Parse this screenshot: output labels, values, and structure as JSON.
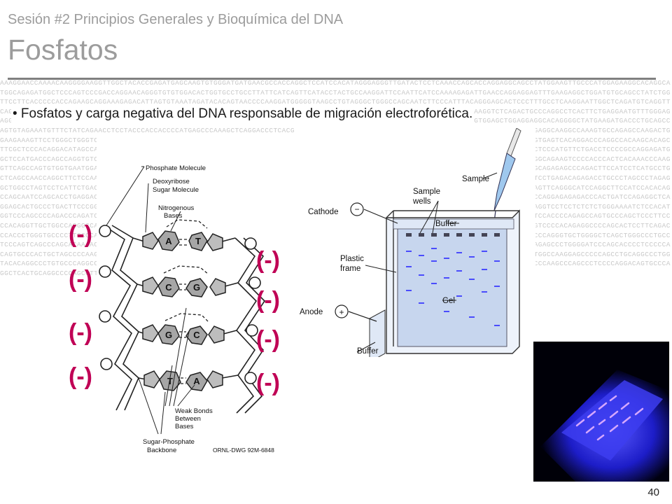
{
  "header": {
    "subtitle": "Sesión #2 Principios Generales y Bioquímica del DNA",
    "title": "Fosfatos"
  },
  "bullet": "• Fosfatos y carga negativa del DNA responsable de migración electroforética.",
  "page_number": "40",
  "colors": {
    "charge": "#c00055",
    "title_gray": "#9c9c9c",
    "rule_gray": "#808080",
    "gel_blue": "#2a2aff"
  },
  "dna_figure": {
    "labels": {
      "phosphate": "Phosphate Molecule",
      "deoxyribose_1": "Deoxyribose",
      "deoxyribose_2": "Sugar Molecule",
      "nitrogenous_1": "Nitrogenous",
      "nitrogenous_2": "Bases",
      "weak_1": "Weak Bonds",
      "weak_2": "Between",
      "weak_3": "Bases",
      "backbone_1": "Sugar-Phosphate",
      "backbone_2": "Backbone",
      "credit": "ORNL-DWG 92M-6848"
    },
    "bases": {
      "a1": "A",
      "t1": "T",
      "c1": "C",
      "g1": "G",
      "g2": "G",
      "c2": "C",
      "t2": "T",
      "a2": "A"
    },
    "charges": [
      "(-)",
      "(-)",
      "(-)",
      "(-)",
      "(-)",
      "(-)",
      "(-)",
      "(-)"
    ]
  },
  "gel_figure": {
    "labels": {
      "sample": "Sample",
      "sample_wells_1": "Sample",
      "sample_wells_2": "wells",
      "cathode": "Cathode",
      "cathode_sign": "−",
      "buffer_top": "Buffer",
      "plastic_1": "Plastic",
      "plastic_2": "frame",
      "gel": "Gel",
      "anode": "Anode",
      "anode_sign": "+",
      "buffer_bottom": "Buffer"
    }
  },
  "background_sequence": "AAAGGAACCAAAACAAGGGGAAGGTTGGCTACACCGAGATGAGCAAGTGTGGGATGATGAACGCCACCAGGCTCCATCCACATAGGGAGGGTTGATACTCCTCAAACCAGCACCAGGAGGCAGCCTATGGAAGTTGCCCATGGAGAAGGCACAGGCATGGCAGAGATGGCTCCCAGTCCCGACCAGGAACAGGGTGTGTGGACACTGGTGCCTGCCTTATTCATCAGTTCATACCTACTGCCAAGGATTCCAATTCATCCAAAAGAGATTGAACCAGGAGGAGTTTGAAGAGGCTGGATGTGCAGCCTATCTGGTTCCTTCACCCCCACCAGAAGCAGGAAAGAGACATTAGTGTAAATAGATACACAGTAACCCCAAGGATGGGGGTAAGCCTGTAGGGCTGGGCCAGCAATCTTCCCATTTACAGGGAGCACTCCCTTTGCCTCAAGGAATTGGCTCAGATGTCAGGTTCAGCACTTCCTTCTGCACAGAGAAGGGAAGTCTTGAGGAGCCTTCCTCCTAGCCTTGGACCTCCCCAGGGCTCTTCTGGGCTACTCAGGCCATGGCTAGCCATCGATCTCGAAGGTCTCAGACTGCCCAGGCCTCACTTCTGAGGAATGTTTGGGAGAGGGCCTTCTAACTGCTCACATCTGAGCCACTTGGAACCCCCAGGTAGTTGTAAGGAAGATGAGCTTGGTATTCTTATGGAGAGAGACTGGTGATTTCTACAGGAAGAATGGTGGAGCTGGAGGAGGCACAGGGGCTATGAAGATGACCCTGCAGCCAGTGTAGAAATGTTTCTATCAGAACCTCCTACCCACCACCCCATGAGCCCAAAGCTCAGGACCCTCACGGCCCAGCCTGATAAGGAACCCAGGTCCAGCCCTCCAGGGGTCACTTACAGAGTGCTGAGGCAAGGCCAAAGTGCCAGAGCCAAGACTGGAAGAAAGTTCCTGGGCTGGGTCAGTCTCCAGCCCATTCCATCCCAGCAGATGGTGAACACAGGCCCCAGGATCCCTGGTTGGGCTTATCAGGATCCCAGCTCCAGAACAGGGAAGTCACAGGAAGTGAGTCACAGGACCCAGGCCACAAGCACAGCTTCGCTCCCACAGGACATAGCCAGCCCTAAGCCAGGCAAGAATCCATGCCTTCAGGCTCCATGCTACTGCTGCCATCCACCCACATCACGGGCAGCTTGCTCAGCCTCCACTACCACCCACCTTCCTCCCATGTTCTGACCTCCCCGCCAGGAGATGGCTCCATGACCCAGCCAGGTGTCCAGCAGCTGCTCTCACCCTCCGTGGGGACCCAGCCCTGGGAATGGGGTCTGAAGTTATTGGCAGACCATTTCAGAAGCTAGGGAGAGGCTCCAGGCAGCAAGGGCAGAAGTCCCCACCCACTCACAAACCCAAGGTTCAGCCAGTGTGGTGAATGGACGGTAGGGCAATGCCTTCACTCAGCTTCCACTGCATGTTCTGGGACCAGGCACATCATTTGCCTACCAGGCCCTCCCTGCAGAACATCCCCCAGTGTACCAAGCAGAGAGCCCAGACTTCCATCCTCATGCCTGCTCAGCCAACCAGGCTTCTCCAAAAGCCATGGCTCAGGAAGAGGCAGCAGAACCCACTCCCCAGCTCACCAGAGACAAGATGGTCCTGGCCATGCCCAGCACAGGGATCCCTAATCAGCCAGCCTTCCTGAGACAGAGACCTGCCCTAGCCCTAGAGGCTGGCCTAGTCCTCATTCTGACCTCCAGCCAGTGGAGCTTTCTGGGAGGCCAGAGAGGTACATCTCTCCCCAGGCCTGCTCCCCATGCTGGATGCAGTAGCACCTGGGACCCATCCAGAGAGACAGTTCAGGGCATCCAGGCTTCCATCCACACAGCCAGCAATCCAGCACCTGAGGACAGCAGACACAGGCAGCCTCTCCACAGAGACCCAGGGGTCCCTGTCTCCTTCCCTGCCCCAGGCATCCAGCCCACCTCCTCCCAGGGAAGGTGCAGGTAGGGCCCAGGAGAGAGACCCACTGATCCAGAGGCTCAGGAGCACTGCCCTGACTTCCCGGCCACCTCCCATTGCAGGTCTGCCTCCAAGCCAGGTTCCTGGACTCCTCTCCAGTGGAGGAACATCTAGGCAGGCTGCACCAGCAGGTGCTCGGATTCTGCCCAGGTCCTCCTCTCTCTGGGAAAATCTCCACATGGTCCCAGCCCCAGACCCAGATCCTCCAGCCTCTCCCCAGAATCCCTGCCAGCTCCAGGCTTGCTGTAGGGCCCCTTCCCAGCGGAGTCTACTCTGGAGCCTGCCCCCAGATGCACCCTCTGGCCTCCACCCCAGAGCCAGTGCCCAGCTCCCTTCCCCACAGGTTGCTGGCCAGGGCCAGCCCCTTCCTGCCCAAGGCCCTGAGAACTTCCCAGGCCTGGGGAGCTCAGCCAGCCCTTCCCCAGAGGAGGTTCCCCTGCCCAGCCTCCCAGCCCCAGGGAGGTCCCCACAGAGGCCCCAGCACTCCTTCAGACCCACCCTGGGTGCCCCTTGCCCAGAGGCCCCAGGACCCATCCTCCAGGCCAGGGCACAGTGTGTTCCAGGAGACCCCTGCCCAGTCCTCACTCCAGCTGCAGCCCCCAGGGGGCCTTGGGGAGGCCCCAGGGTGCTGGGGCTCAGCTGGGCCCTGCCTCCCAGTCAGCCCAGCACAAAACCCAGACCAACAGCTAGTACCCAGATCCTCCTCAGCCCCAGGGCTCCCACAGCTCCCACCCTGGCCCCACAGTTCCCCAAGCCCTGCACCTGCTCCCCCAGCCAGAGCCCTGGGGATCCCAGCACCCCTCCCCCACAGTGCCCACTGCTAGCCCCAAGCCAGCCTCCCCACAGCTCCCATCCTGAGGCCTGAGCTGGCACCCCAGCCCTGGGGCCAGCTCAGAGCAGTCCCAGCCTTGCTGCACCCCATCCAGCAGCCTGTGGCCAAGGAGCCCCCAGCCTGCAGGCCCTGGTACACAGGCCCTGTGCCCAGGCCCTCCCCAGTCCCCAGACAGGAACCCCTGCCCAGCCCAGGCTCAGCTCTTCCCAGGGACCCCAGCCTCACAGCCACCCTGCCCCAGCCTCCACCCCAGGCAGCCCCAAGCCCAGCCCTCCCCAGGACAGTGCCCAGGCTCACTGCAGGCCCCAGCCTTACCCAGTCACCTGCCCCAGCCTCCAGCCCAGGCCCAGCAC"
}
